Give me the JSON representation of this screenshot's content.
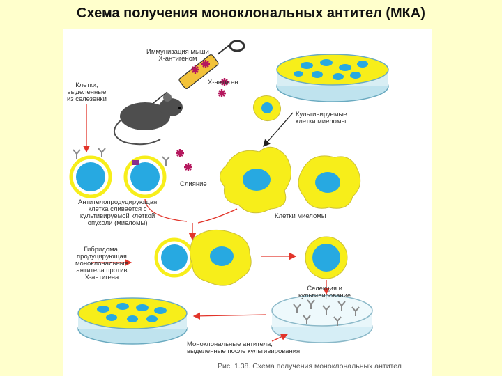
{
  "title": "Схема получения моноклональных антител (МКА)",
  "labels": {
    "immunization": [
      "Иммунизация мыши",
      "X-антигеном"
    ],
    "x_antigen": "X-антиген",
    "spleen_cells": [
      "Клетки,",
      "выделенные",
      "из селезенки"
    ],
    "cultured_myeloma": [
      "Культивируемые",
      "клетки миеломы"
    ],
    "fusion": "Слияние",
    "antibody_cell": [
      "Антителопродуцирующая",
      "клетка сливается с",
      "культивируемой клеткой",
      "опухоли (миеломы)"
    ],
    "myeloma_cells": "Клетки миеломы",
    "hybridoma": [
      "Гибридома,",
      "продуцирующая",
      "моноклональные",
      "антитела против",
      "X-антигена"
    ],
    "selection": [
      "Селекция и",
      "культивирование"
    ],
    "monoclonal": [
      "Моноклональные антитела,",
      "выделенные после культивирования"
    ]
  },
  "caption": "Рис. 1.38. Схема получения моноклональных антител",
  "colors": {
    "background": "#ffffcc",
    "cell_yellow": "#f7ee1a",
    "nucleus_blue": "#27a9e1",
    "arrow_red": "#e2342a",
    "antigen_magenta": "#b5185e"
  }
}
